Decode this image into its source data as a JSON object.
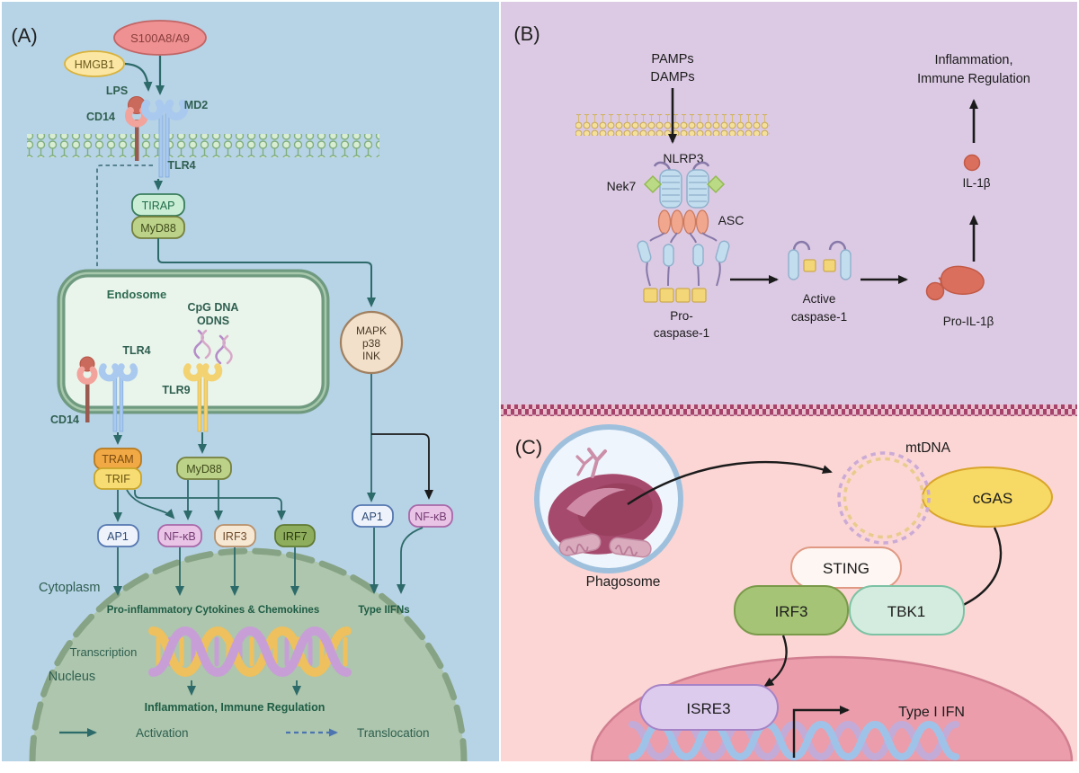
{
  "figure": {
    "type": "immunology-pathway-diagram",
    "panels": [
      "A",
      "B",
      "C"
    ]
  },
  "colors": {
    "panel_a_bg": "#b7d3e6",
    "panel_b_bg": "#dccae4",
    "panel_c_bg": "#fbd6d4",
    "divider_checker_dark": "#a5436b",
    "divider_checker_light": "#e9bfcd",
    "activation_arrow": "#2d6a6a",
    "translocation_arrow": "#4c74b0",
    "black_arrow": "#1b1b1b",
    "membrane_a_green": "#7fae7e",
    "membrane_b_yellow": "#f4e09c",
    "s100_fill": "#ef9192",
    "hmgb1_fill": "#fbe7a3",
    "tirap_fill": "#c9eed5",
    "myd88_fill": "#bcd289",
    "tram_fill": "#f0a945",
    "trif_fill": "#f7dc73",
    "ap1_fill": "#eef3fb",
    "nfkb_fill": "#eac4e6",
    "irf3_a_fill": "#f7e8d4",
    "irf7_fill": "#8fae5d",
    "nucleus_a_fill": "#adc6ad",
    "cgas_fill": "#f7d965",
    "sting_border": "#e09a84",
    "irf3_c_fill": "#a5c475",
    "tbk1_fill": "#d4ecdf",
    "isre3_fill": "#ddcbee",
    "nucleus_c_fill": "#eb9dab",
    "il1b_red": "#d96b5a"
  },
  "a": {
    "panel_label": "(A)",
    "s100a8a9": "S100A8/A9",
    "hmgb1": "HMGB1",
    "lps": "LPS",
    "cd14": "CD14",
    "md2": "MD2",
    "tlr4": "TLR4",
    "tirap": "TIRAP",
    "myd88": "MyD88",
    "endosome": "Endosome",
    "cpg_dna": "CpG DNA",
    "odns": "ODNS",
    "tlr4_endo": "TLR4",
    "cd14_endo": "CD14",
    "tlr9": "TLR9",
    "tram": "TRAM",
    "trif": "TRIF",
    "myd88_endo": "MyD88",
    "mapk_line1": "MAPK",
    "mapk_line2": "p38",
    "mapk_line3": "INK",
    "ap1": "AP1",
    "nfkb": "NF-κB",
    "irf3": "IRF3",
    "irf7": "IRF7",
    "ap1_right": "AP1",
    "nfkb_right": "NF-κB",
    "cytoplasm": "Cytoplasm",
    "pro_inflammatory": "Pro-inflammatory Cytokines & Chemokines",
    "type_ifns": "Type IIFNs",
    "transcription": "Transcription",
    "nucleus": "Nucleus",
    "inflammation": "Inflammation, Immune Regulation",
    "legend_activation": "Activation",
    "legend_translocation": "Translocation"
  },
  "b": {
    "panel_label": "(B)",
    "pamps": "PAMPs",
    "damps": "DAMPs",
    "nlrp3": "NLRP3",
    "nek7": "Nek7",
    "asc": "ASC",
    "pro_caspase_line1": "Pro-",
    "pro_caspase_line2": "caspase-1",
    "active_caspase_line1": "Active",
    "active_caspase_line2": "caspase-1",
    "pro_il1b": "Pro-IL-1β",
    "il1b": "IL-1β",
    "outcome_line1": "Inflammation,",
    "outcome_line2": "Immune Regulation"
  },
  "c": {
    "panel_label": "(C)",
    "phagosome": "Phagosome",
    "mtdna": "mtDNA",
    "cgas": "cGAS",
    "sting": "STING",
    "irf3": "IRF3",
    "tbk1": "TBK1",
    "isre3": "ISRE3",
    "type_i_ifn": "Type I IFN"
  }
}
